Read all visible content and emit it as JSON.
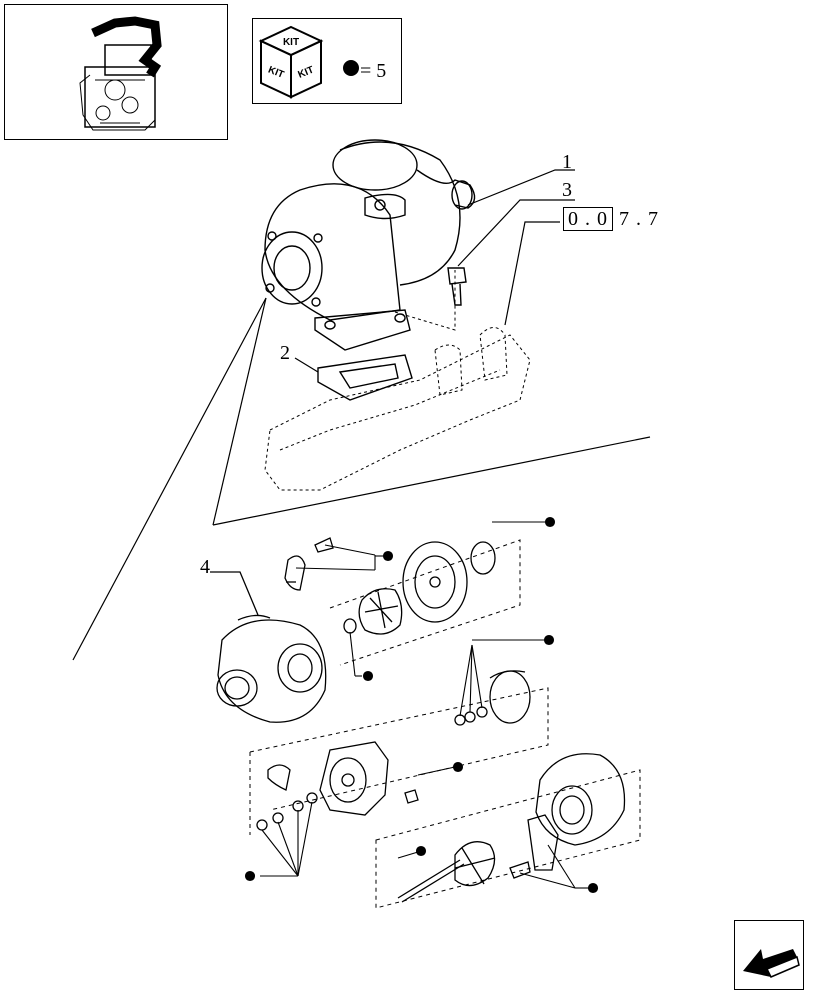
{
  "labels": {
    "one": "1",
    "two": "2",
    "three": "3",
    "four": "4"
  },
  "reference": {
    "boxed": "0 . 0",
    "rest": "7 . 7"
  },
  "kit": {
    "text": "KIT",
    "count": "= 5"
  }
}
